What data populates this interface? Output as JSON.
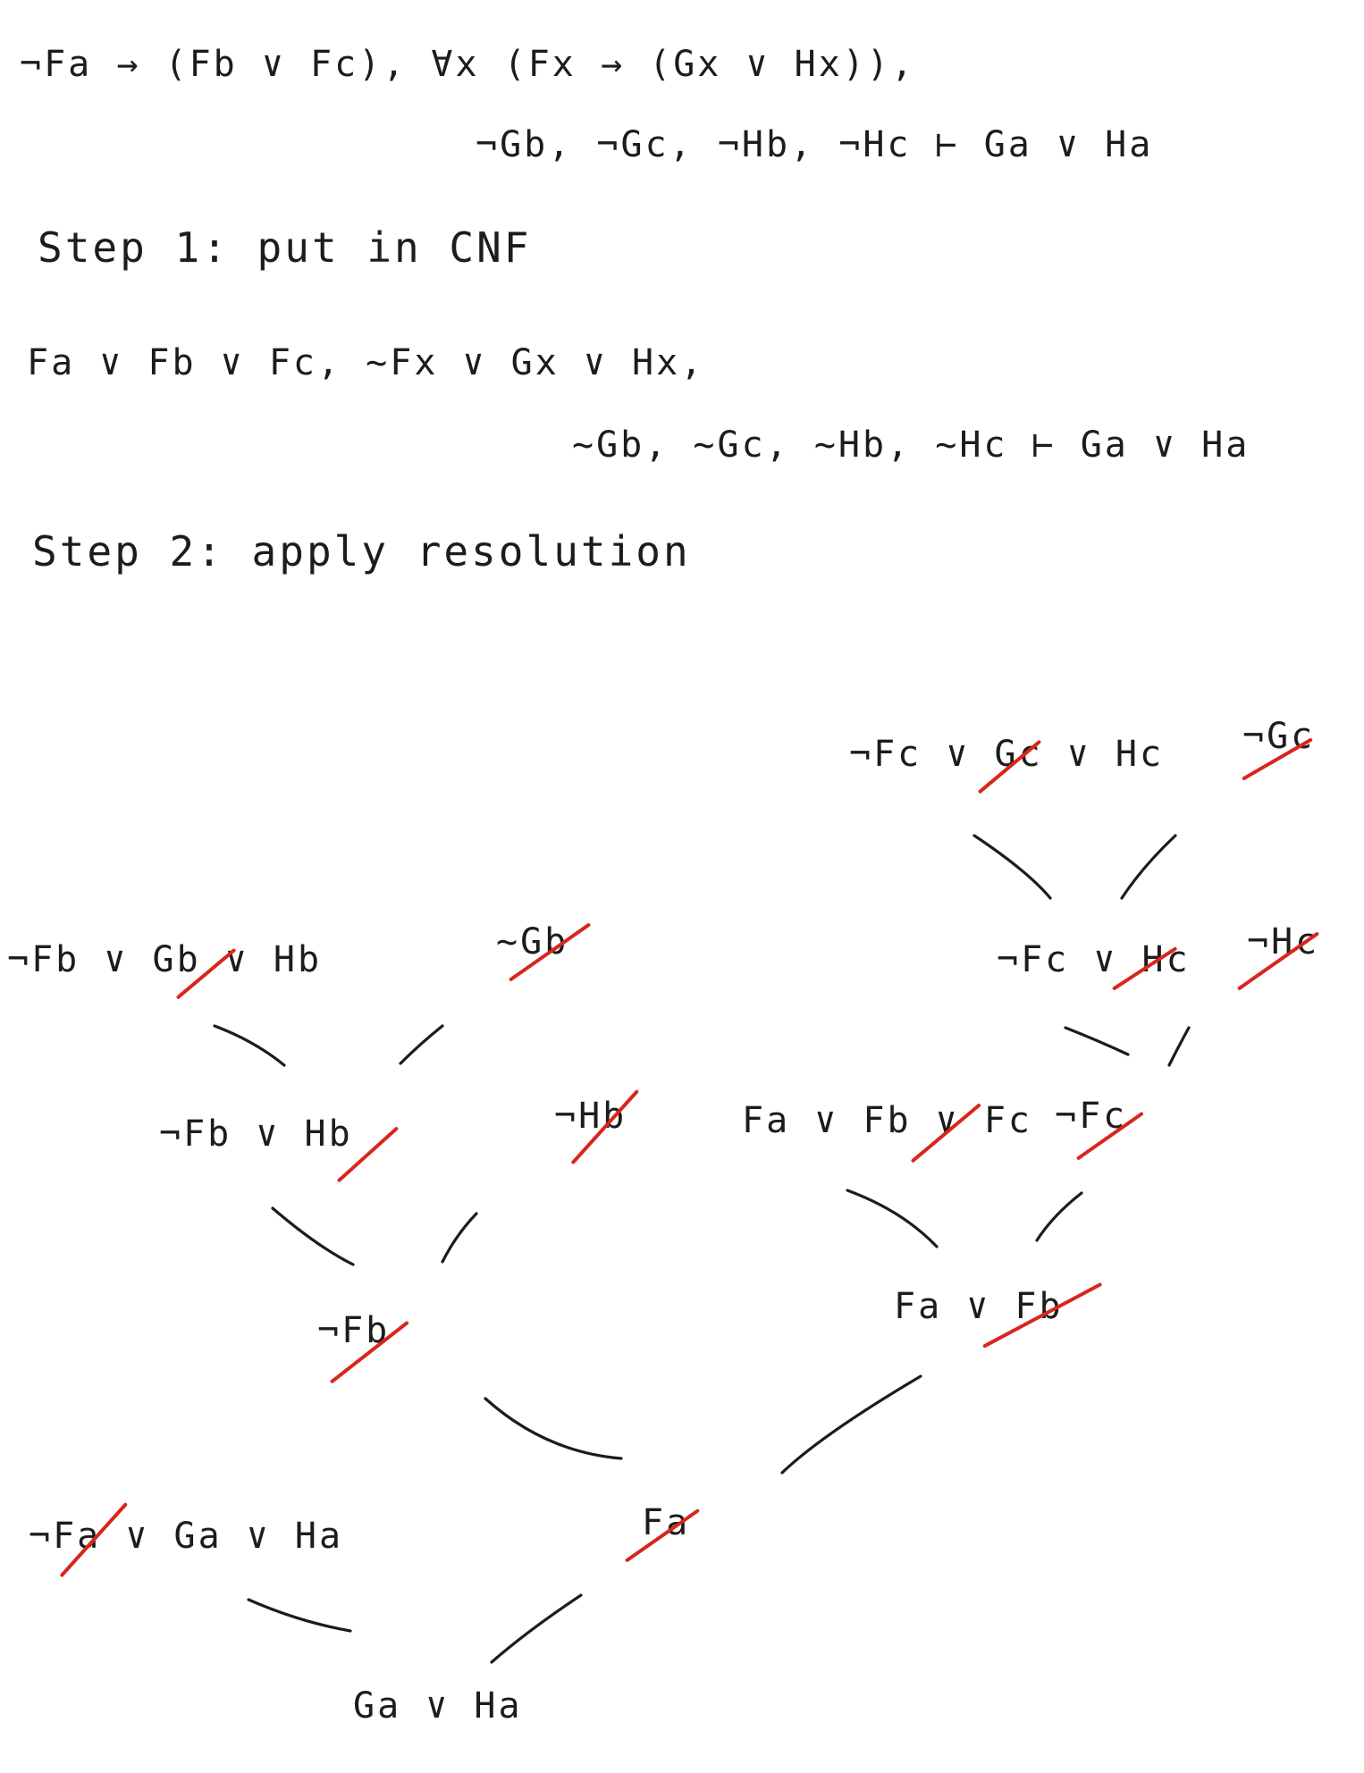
{
  "problem": {
    "line1": "¬Fa → (Fb ∨ Fc),   ∀x (Fx → (Gx ∨ Hx)),",
    "line2": "¬Gb, ¬Gc, ¬Hb, ¬Hc ⊢ Ga ∨ Ha"
  },
  "step1": {
    "heading": "Step 1:  put in CNF",
    "line1": "Fa ∨ Fb ∨ Fc,   ~Fx ∨ Gx ∨ Hx,",
    "line2": "~Gb, ~Gc, ~Hb, ~Hc ⊢ Ga ∨ Ha"
  },
  "step2": {
    "heading": "Step 2: apply resolution"
  },
  "tree": {
    "n1": "¬Fc ∨ Gc ∨ Hc",
    "n2": "¬Gc",
    "n3": "¬Fc ∨ Hc",
    "n4": "¬Hc",
    "n5": "¬Fb ∨ Gb ∨ Hb",
    "n6": "~Gb",
    "n7": "¬Fb ∨ Hb",
    "n8": "¬Hb",
    "n9": "Fa ∨ Fb ∨ Fc",
    "n10": "¬Fc",
    "n11": "Fa ∨ Fb",
    "n12": "¬Fb",
    "n13": "Fa",
    "n14": "¬Fa ∨ Ga ∨ Ha",
    "n15": "Ga ∨ Ha"
  },
  "colors": {
    "ink": "#1c1c1c",
    "strike": "#d8261c"
  }
}
